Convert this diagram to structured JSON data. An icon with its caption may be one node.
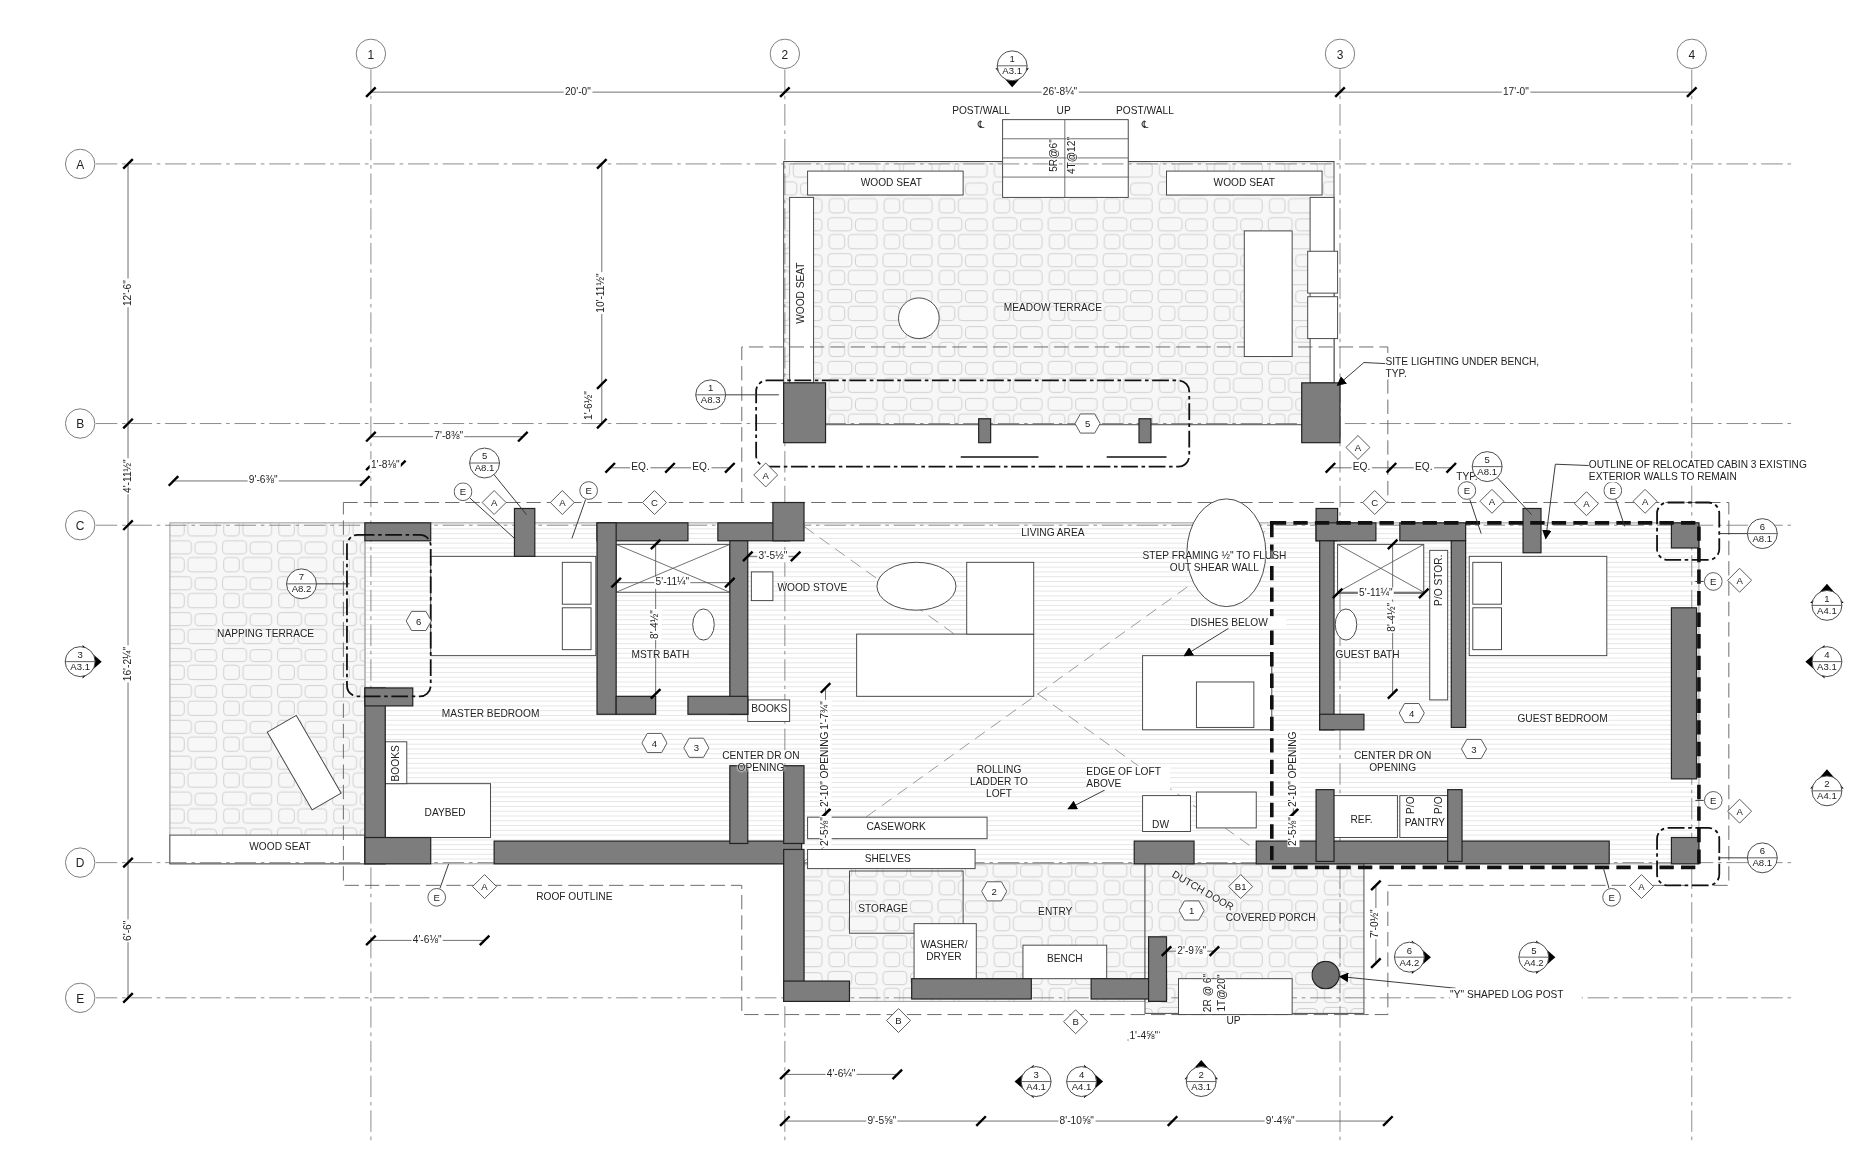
{
  "diagram": {
    "nodes": [
      {
        "text": [
          "1"
        ]
      },
      {
        "text": [
          "2"
        ]
      },
      {
        "text": [
          "3"
        ]
      },
      {
        "text": [
          "4"
        ]
      },
      {
        "text": [
          "A"
        ]
      },
      {
        "text": [
          "B"
        ]
      },
      {
        "text": [
          "C"
        ]
      },
      {
        "text": [
          "D"
        ]
      },
      {
        "text": [
          "E"
        ]
      },
      {
        "text": [
          "1",
          "A3.1"
        ]
      },
      {
        "text": [
          "1",
          "A8.3"
        ]
      },
      {
        "text": [
          "5",
          "A8.1"
        ]
      },
      {
        "text": [
          "7",
          "A8.2"
        ]
      },
      {
        "text": [
          "3",
          "A3.1"
        ]
      },
      {
        "text": [
          "5",
          "A8.1"
        ]
      },
      {
        "text": [
          "6",
          "A8.1"
        ]
      },
      {
        "text": [
          "1",
          "A4.1"
        ]
      },
      {
        "text": [
          "4",
          "A3.1"
        ]
      },
      {
        "text": [
          "2",
          "A4.1"
        ]
      },
      {
        "text": [
          "6",
          "A8.1"
        ]
      },
      {
        "text": [
          "6",
          "A4.2"
        ]
      },
      {
        "text": [
          "5",
          "A4.2"
        ]
      },
      {
        "text": [
          "3",
          "A4.1"
        ]
      },
      {
        "text": [
          "4",
          "A4.1"
        ]
      },
      {
        "text": [
          "2",
          "A3.1"
        ]
      },
      {
        "text": [
          "5"
        ]
      },
      {
        "text": [
          "6"
        ]
      },
      {
        "text": [
          "4"
        ]
      },
      {
        "text": [
          "3"
        ]
      },
      {
        "text": [
          "4"
        ]
      },
      {
        "text": [
          "3"
        ]
      },
      {
        "text": [
          "2"
        ]
      },
      {
        "text": [
          "1"
        ]
      },
      {
        "text": [
          "A"
        ]
      },
      {
        "text": [
          "A"
        ]
      },
      {
        "text": [
          "A"
        ]
      },
      {
        "text": [
          "A"
        ]
      },
      {
        "text": [
          "C"
        ]
      },
      {
        "text": [
          "C"
        ]
      },
      {
        "text": [
          "A"
        ]
      },
      {
        "text": [
          "A"
        ]
      },
      {
        "text": [
          "A"
        ]
      },
      {
        "text": [
          "A"
        ]
      },
      {
        "text": [
          "A"
        ]
      },
      {
        "text": [
          "A"
        ]
      },
      {
        "text": [
          "B1"
        ]
      },
      {
        "text": [
          "A"
        ]
      },
      {
        "text": [
          "B"
        ]
      },
      {
        "text": [
          "B"
        ]
      },
      {
        "text": [
          "E"
        ]
      },
      {
        "text": [
          "E"
        ]
      },
      {
        "text": [
          "E"
        ]
      },
      {
        "text": [
          "E"
        ]
      },
      {
        "text": [
          "E"
        ]
      },
      {
        "text": [
          "E"
        ]
      },
      {
        "text": [
          "E"
        ]
      },
      {
        "text": [
          "E"
        ]
      },
      {
        "text": [
          "SITE LIGHTING UNDER BENCH, TYP."
        ]
      },
      {
        "text": [
          "OUTLINE OF RELOCATED CABIN 3 EXISTING EXTERIOR WALLS TO REMAIN"
        ]
      },
      {
        "text": [
          "DISHES BELOW"
        ]
      },
      {
        "text": [
          "EDGE OF LOFT ABOVE"
        ]
      },
      {
        "text": [
          "\"Y\" SHAPED LOG POST"
        ]
      },
      {
        "text": [],
        "shape": "circle"
      }
    ],
    "edges": [
      {
        "from": 10,
        "to": null,
        "arrow": "none"
      },
      {
        "from": 11,
        "to": null,
        "arrow": "none"
      },
      {
        "from": 12,
        "to": null,
        "arrow": "none"
      },
      {
        "from": 14,
        "to": null,
        "arrow": "none"
      },
      {
        "from": 15,
        "to": null,
        "arrow": "none"
      },
      {
        "from": 19,
        "to": null,
        "arrow": "none"
      },
      {
        "from": 49,
        "to": null,
        "arrow": "none"
      },
      {
        "from": 50,
        "to": null,
        "arrow": "none"
      },
      {
        "from": 51,
        "to": null,
        "arrow": "none"
      },
      {
        "from": 52,
        "to": null,
        "arrow": "none"
      },
      {
        "from": 53,
        "to": null,
        "arrow": "none"
      },
      {
        "from": 54,
        "to": null,
        "arrow": "none"
      },
      {
        "from": 55,
        "to": null,
        "arrow": "none"
      },
      {
        "from": 56,
        "to": null,
        "arrow": "none"
      },
      {
        "from": 57,
        "to": null,
        "arrow": "to"
      },
      {
        "from": 58,
        "to": null,
        "arrow": "to"
      },
      {
        "from": 59,
        "to": null,
        "arrow": "to"
      },
      {
        "from": 60,
        "to": null,
        "arrow": "to"
      },
      {
        "from": 61,
        "to": 62,
        "arrow": "to"
      }
    ],
    "labels": [
      "20'-0\"",
      "26'-8¼\"",
      "17'-0\"",
      "POST/WALL",
      "UP",
      "POST/WALL",
      "℄",
      "℄",
      "5R@6\"",
      "4T@12\"",
      "WOOD SEAT",
      "WOOD SEAT",
      "12'-6\"",
      "10'-11½\"",
      "WOOD SEAT",
      "MEADOW TERRACE",
      "1'-6½\"",
      "7'-8⅜\"",
      "4'-11½\"",
      "1'-8⅛\"",
      "9'-6⅜\"",
      "EQ.",
      "EQ.",
      "EQ.",
      "EQ.",
      "TYP.",
      "LIVING AREA",
      "3'-5½\"",
      "5'-11¼\"",
      "WOOD STOVE",
      "STEP FRAMING ½\" TO FLUSH OUT SHEAR WALL",
      "5'-11¼\"",
      "P/O STOR.",
      "NAPPING TERRACE",
      "8'-4½\"",
      "8'-4½\"",
      "16'-2¼\"",
      "MSTR BATH",
      "GUEST BATH",
      "MASTER BEDROOM",
      "BOOKS",
      "1'-7¾\"",
      "GUEST BEDROOM",
      "BOOKS",
      "CENTER DR ON OPENING",
      "2'-10\" OPENING",
      "ROLLING LADDER TO LOFT",
      "2'-10\" OPENING",
      "CENTER DR ON OPENING",
      "DAYBED",
      "2'-5⅛\"",
      "CASEWORK",
      "DW",
      "2'-5⅛\"",
      "REF.",
      "P/O",
      "P/O",
      "PANTRY",
      "WOOD SEAT",
      "SHELVES",
      "ROOF OUTLINE",
      "DUTCH DOOR",
      "STORAGE",
      "ENTRY",
      "COVERED PORCH",
      "4'-6⅛\"",
      "7'-0½\"",
      "WASHER/ DRYER",
      "BENCH",
      "2'-9⅞\"",
      "6'-6\"",
      "2R @ 6\"",
      "1T@20\"",
      "UP",
      "1'-4⅝\"",
      "4'-6¼\"",
      "9'-5⅝\"",
      "8'-10⅝\"",
      "9'-4⅝\""
    ]
  }
}
